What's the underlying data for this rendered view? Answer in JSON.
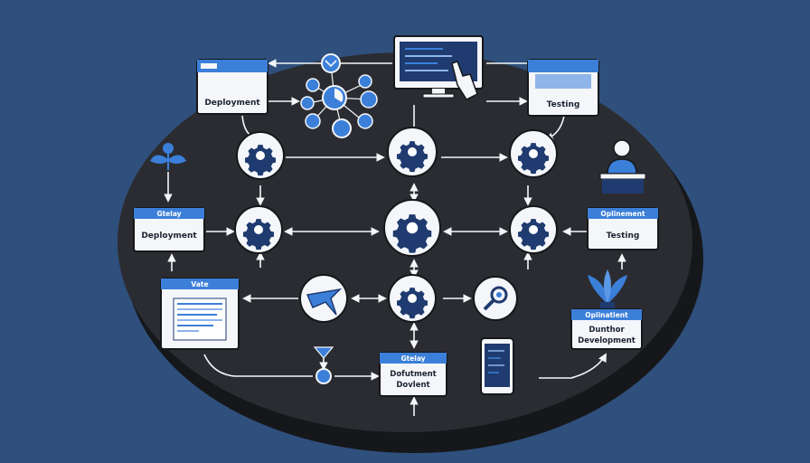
{
  "diagram": {
    "nodes": {
      "deployment_top_left": {
        "label": "Deployment"
      },
      "testing_top_right": {
        "label": "Testing"
      },
      "deployment_left": {
        "tag": "Gtelay",
        "label": "Deployment"
      },
      "testing_right": {
        "tag": "Oplinement",
        "label": "Testing"
      },
      "doc_window": {
        "tag": "Vate"
      },
      "bottom_center": {
        "tag": "Gtelay",
        "line1": "Dofutment",
        "line2": "Dovlent"
      },
      "bottom_right": {
        "tag": "Oplinatient",
        "line1": "Dunthor",
        "line2": "Development"
      }
    }
  },
  "colors": {
    "background": "#2f4f7c",
    "platform": "#2b2c31",
    "platform_edge": "#16171a",
    "accent_blue": "#3b7fd9",
    "dark_blue": "#1f3b6f",
    "light": "#f4f6fa",
    "line": "#f4f6fa"
  },
  "icons": [
    "gear-icon",
    "monitor-icon",
    "hand-pointer-icon",
    "person-icon",
    "plant-icon",
    "search-icon",
    "airplane-icon",
    "phone-icon",
    "document-icon",
    "chart-icon"
  ]
}
